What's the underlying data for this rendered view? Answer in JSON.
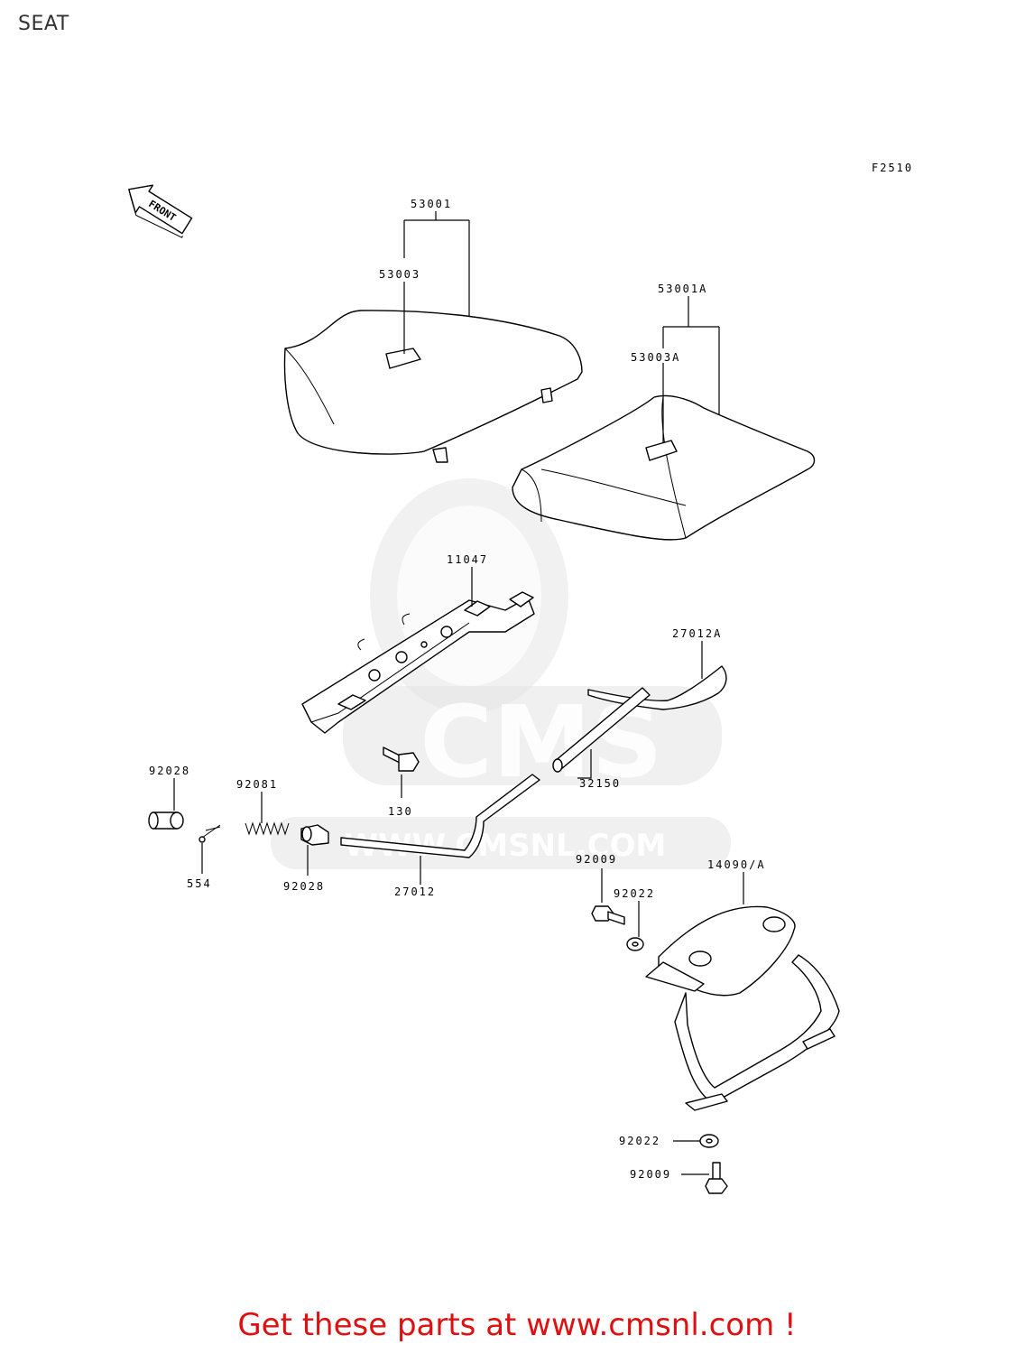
{
  "page": {
    "title": "SEAT",
    "figure_code": "F2510"
  },
  "front_marker": "FRONT",
  "watermark": {
    "brand": "CMS",
    "url": "WWW.CMSNL.COM"
  },
  "callouts": [
    "53001",
    "53003",
    "53001A",
    "53003A",
    "11047",
    "27012A",
    "92028",
    "92081",
    "130",
    "32150",
    "554",
    "92028",
    "27012",
    "92009",
    "92022",
    "14090/A",
    "92022",
    "92009"
  ],
  "footer": {
    "text": "Get these parts at www.cmsnl.com !"
  },
  "colors": {
    "footer": "#dd1111",
    "watermark": "#e6e6e6",
    "line": "#000000"
  }
}
